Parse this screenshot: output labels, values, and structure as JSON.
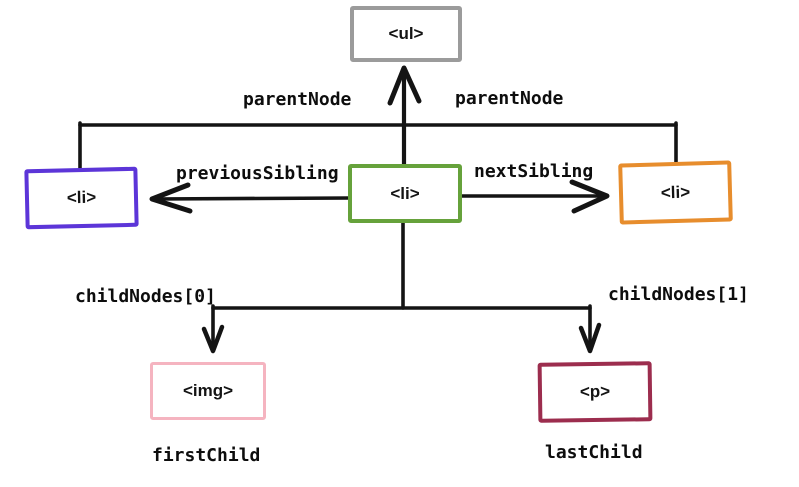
{
  "nodes": [
    {
      "id": "ul",
      "label": "<ul>",
      "border_color": "#9b9b9b"
    },
    {
      "id": "li-previous",
      "label": "<li>",
      "border_color": "#5c35d8"
    },
    {
      "id": "li-current",
      "label": "<li>",
      "border_color": "#66a23b"
    },
    {
      "id": "li-next",
      "label": "<li>",
      "border_color": "#e78d2d"
    },
    {
      "id": "img",
      "label": "<img>",
      "border_color": "#f5b4c0"
    },
    {
      "id": "p",
      "label": "<p>",
      "border_color": "#9c2d4e"
    }
  ],
  "edge_labels": {
    "parent_left": "parentNode",
    "parent_right": "parentNode",
    "previous_sibling": "previousSibling",
    "next_sibling": "nextSibling",
    "child_0": "childNodes[0]",
    "child_1": "childNodes[1]",
    "first_child": "firstChild",
    "last_child": "lastChild"
  },
  "line_color": "#141414"
}
